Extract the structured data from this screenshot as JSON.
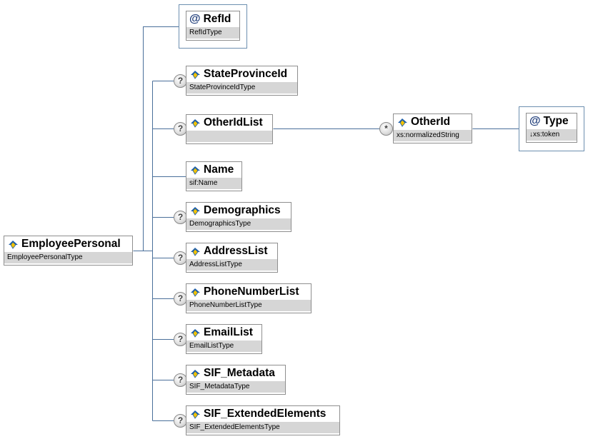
{
  "root": {
    "name": "EmployeePersonal",
    "type": "EmployeePersonalType"
  },
  "attributes": [
    {
      "name": "RefId",
      "type": "RefIdType"
    }
  ],
  "children": [
    {
      "name": "StateProvinceId",
      "type": "StateProvinceIdType",
      "optional": true
    },
    {
      "name": "OtherIdList",
      "type": "",
      "optional": true
    },
    {
      "name": "Name",
      "type": "sif:Name",
      "optional": false
    },
    {
      "name": "Demographics",
      "type": "DemographicsType",
      "optional": true
    },
    {
      "name": "AddressList",
      "type": "AddressListType",
      "optional": true
    },
    {
      "name": "PhoneNumberList",
      "type": "PhoneNumberListType",
      "optional": true
    },
    {
      "name": "EmailList",
      "type": "EmailListType",
      "optional": true
    },
    {
      "name": "SIF_Metadata",
      "type": "SIF_MetadataType",
      "optional": true
    },
    {
      "name": "SIF_ExtendedElements",
      "type": "SIF_ExtendedElementsType",
      "optional": true
    }
  ],
  "other_id": {
    "name": "OtherId",
    "type": "xs:normalizedString",
    "occurrence": "*"
  },
  "other_id_attr": {
    "name": "Type",
    "type": "↓xs:token"
  },
  "symbols": {
    "attribute": "@",
    "optional": "?",
    "element_icon": "diamond-icon"
  },
  "colors": {
    "wire": "#4a6f9a",
    "type_bar": "#d6d6d6",
    "attr_frame": "#6d8fb0",
    "icon_blue": "#1f5fa8",
    "icon_yellow": "#f2c200"
  }
}
